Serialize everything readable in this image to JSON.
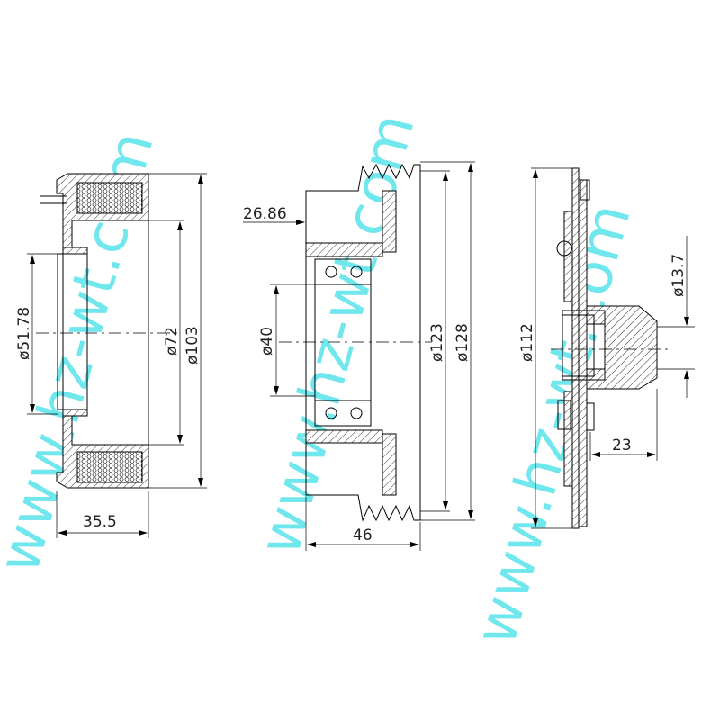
{
  "watermark": "www.hz-wt.com",
  "colors": {
    "line": "#000000",
    "watermark": "#3fe0e8"
  },
  "coil_view": {
    "inner_bore_dim": "ø51.78",
    "inner_dia_dim": "ø72",
    "outer_dia_dim": "ø103",
    "width_dim": "35.5"
  },
  "pulley_view": {
    "offset_dim": "26.86",
    "bearing_dim": "ø40",
    "groove_dia_dim": "ø123",
    "outer_dia_dim": "ø128",
    "width_dim": "46"
  },
  "hub_view": {
    "plate_dia_dim": "ø112",
    "bore_dim": "ø13.7",
    "hub_length_dim": "23"
  }
}
